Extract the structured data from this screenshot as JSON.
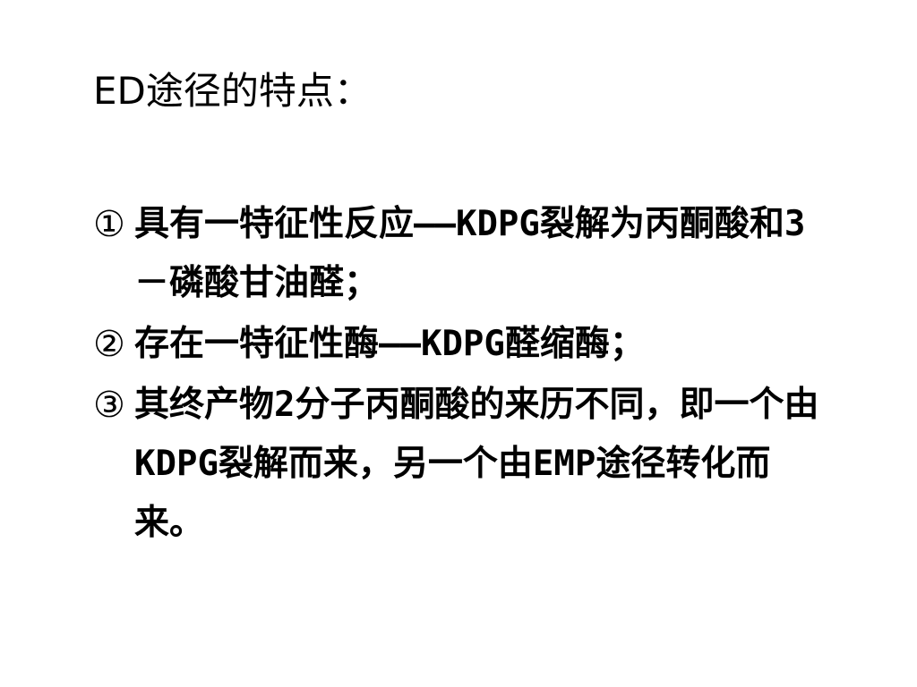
{
  "slide": {
    "title": "ED途径的特点：",
    "items": [
      {
        "marker": "①",
        "text": "具有一特征性反应——KDPG裂解为丙酮酸和3－磷酸甘油醛；"
      },
      {
        "marker": "②",
        "text": "存在一特征性酶——KDPG醛缩酶；"
      },
      {
        "marker": "③",
        "text": "其终产物2分子丙酮酸的来历不同，即一个由KDPG裂解而来，另一个由EMP途径转化而来。"
      }
    ]
  }
}
